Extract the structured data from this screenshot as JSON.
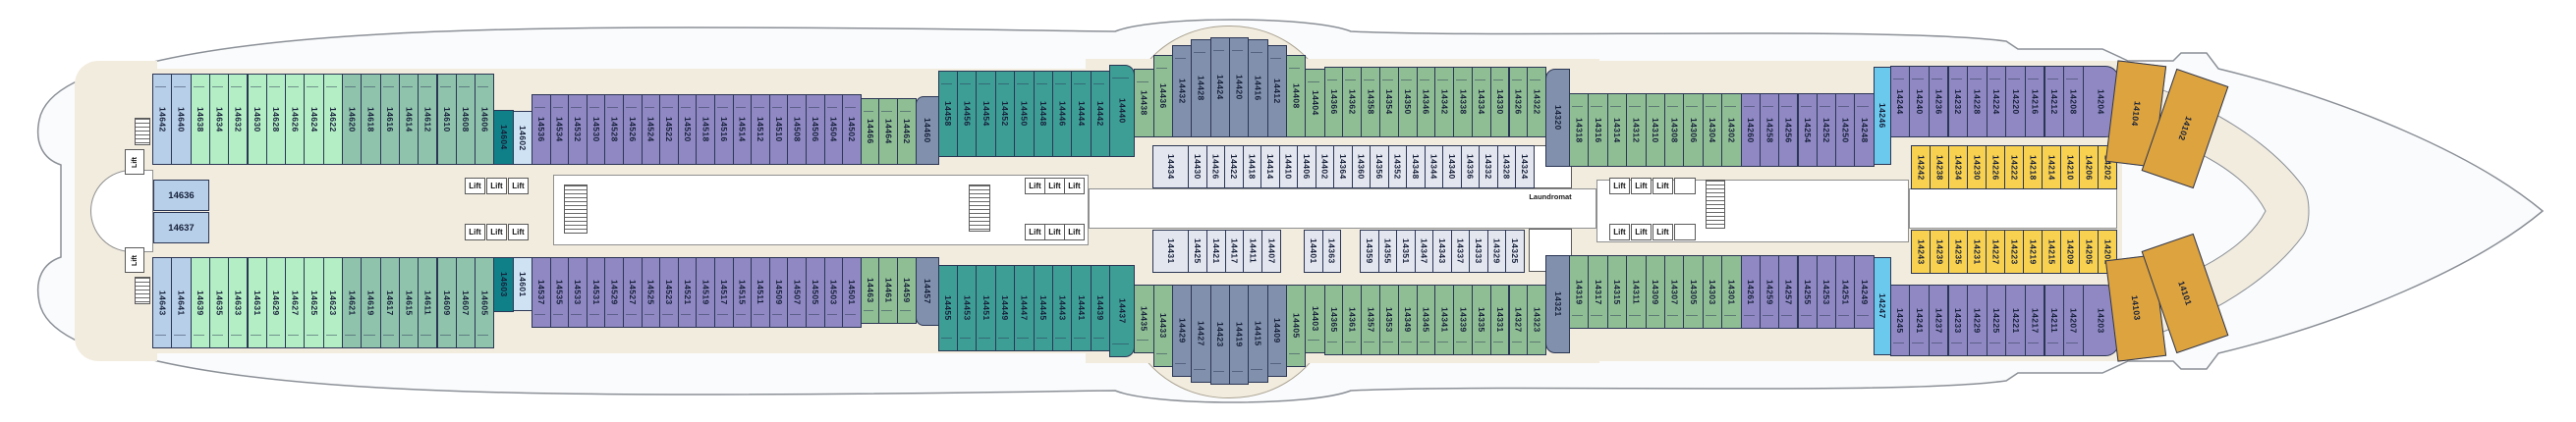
{
  "labels": {
    "lift": "Lift",
    "laundromat": "Laundromat"
  },
  "colors": {
    "aftBlue": "#b7cfe9",
    "lightGreen": "#b4eec5",
    "sage": "#8fc3ac",
    "darkTeal": "#0f7f88",
    "paleBlue": "#cfe2f4",
    "purple": "#8f88c3",
    "midGreen": "#8fbe94",
    "teal": "#3d9e96",
    "slate": "#8191ad",
    "cyan": "#6ac9ed",
    "yellow": "#f8d150",
    "orange": "#dda33e",
    "innerGray": "#e3e6ef",
    "deckCream": "#f2ecdf",
    "hullWhite": "#fafbfc"
  },
  "cabin_rows": {
    "top_outer": [
      {
        "n": "14642",
        "c": "aftBlue"
      },
      {
        "n": "14640",
        "c": "aftBlue"
      },
      {
        "n": "14638",
        "c": "lightGreen"
      },
      {
        "n": "14634",
        "c": "lightGreen"
      },
      {
        "n": "14632",
        "c": "lightGreen"
      },
      {
        "n": "14630",
        "c": "lightGreen"
      },
      {
        "n": "14628",
        "c": "lightGreen"
      },
      {
        "n": "14626",
        "c": "lightGreen"
      },
      {
        "n": "14624",
        "c": "lightGreen"
      },
      {
        "n": "14622",
        "c": "lightGreen"
      },
      {
        "n": "14620",
        "c": "sage"
      },
      {
        "n": "14618",
        "c": "sage"
      },
      {
        "n": "14616",
        "c": "sage"
      },
      {
        "n": "14614",
        "c": "sage"
      },
      {
        "n": "14612",
        "c": "sage"
      },
      {
        "n": "14610",
        "c": "sage"
      },
      {
        "n": "14608",
        "c": "sage"
      },
      {
        "n": "14606",
        "c": "sage"
      },
      {
        "n": "14604",
        "c": "darkTeal"
      },
      {
        "n": "14602",
        "c": "paleBlue"
      },
      {
        "n": "14536",
        "c": "purple"
      },
      {
        "n": "14534",
        "c": "purple"
      },
      {
        "n": "14532",
        "c": "purple"
      },
      {
        "n": "14530",
        "c": "purple"
      },
      {
        "n": "14528",
        "c": "purple"
      },
      {
        "n": "14526",
        "c": "purple"
      },
      {
        "n": "14524",
        "c": "purple"
      },
      {
        "n": "14522",
        "c": "purple"
      },
      {
        "n": "14520",
        "c": "purple"
      },
      {
        "n": "14518",
        "c": "purple"
      },
      {
        "n": "14516",
        "c": "purple"
      },
      {
        "n": "14514",
        "c": "purple"
      },
      {
        "n": "14512",
        "c": "purple"
      },
      {
        "n": "14510",
        "c": "purple"
      },
      {
        "n": "14508",
        "c": "purple"
      },
      {
        "n": "14506",
        "c": "purple"
      },
      {
        "n": "14504",
        "c": "purple"
      },
      {
        "n": "14502",
        "c": "purple"
      },
      {
        "n": "14466",
        "c": "midGreen"
      },
      {
        "n": "14464",
        "c": "midGreen"
      },
      {
        "n": "14462",
        "c": "midGreen"
      },
      {
        "n": "14460",
        "c": "slate"
      },
      {
        "n": "14458",
        "c": "teal"
      },
      {
        "n": "14456",
        "c": "teal"
      },
      {
        "n": "14454",
        "c": "teal"
      },
      {
        "n": "14452",
        "c": "teal"
      },
      {
        "n": "14450",
        "c": "teal"
      },
      {
        "n": "14448",
        "c": "teal"
      },
      {
        "n": "14446",
        "c": "teal"
      },
      {
        "n": "14444",
        "c": "teal"
      },
      {
        "n": "14442",
        "c": "teal"
      },
      {
        "n": "14440",
        "c": "teal"
      },
      {
        "n": "14438",
        "c": "midGreen"
      },
      {
        "n": "14436",
        "c": "midGreen"
      },
      {
        "n": "14432",
        "c": "slate"
      },
      {
        "n": "14428",
        "c": "slate"
      },
      {
        "n": "14424",
        "c": "slate"
      },
      {
        "n": "14420",
        "c": "slate"
      },
      {
        "n": "14416",
        "c": "slate"
      },
      {
        "n": "14412",
        "c": "slate"
      },
      {
        "n": "14408",
        "c": "midGreen"
      },
      {
        "n": "14404",
        "c": "midGreen"
      },
      {
        "n": "14366",
        "c": "midGreen"
      },
      {
        "n": "14362",
        "c": "midGreen"
      },
      {
        "n": "14358",
        "c": "midGreen"
      },
      {
        "n": "14354",
        "c": "midGreen"
      },
      {
        "n": "14350",
        "c": "midGreen"
      },
      {
        "n": "14346",
        "c": "midGreen"
      },
      {
        "n": "14342",
        "c": "midGreen"
      },
      {
        "n": "14338",
        "c": "midGreen"
      },
      {
        "n": "14334",
        "c": "midGreen"
      },
      {
        "n": "14330",
        "c": "midGreen"
      },
      {
        "n": "14326",
        "c": "midGreen"
      },
      {
        "n": "14322",
        "c": "midGreen"
      },
      {
        "n": "14320",
        "c": "slate"
      },
      {
        "n": "14318",
        "c": "midGreen"
      },
      {
        "n": "14316",
        "c": "midGreen"
      },
      {
        "n": "14314",
        "c": "midGreen"
      },
      {
        "n": "14312",
        "c": "midGreen"
      },
      {
        "n": "14310",
        "c": "midGreen"
      },
      {
        "n": "14308",
        "c": "midGreen"
      },
      {
        "n": "14306",
        "c": "midGreen"
      },
      {
        "n": "14304",
        "c": "midGreen"
      },
      {
        "n": "14302",
        "c": "midGreen"
      },
      {
        "n": "14260",
        "c": "purple"
      },
      {
        "n": "14258",
        "c": "purple"
      },
      {
        "n": "14256",
        "c": "purple"
      },
      {
        "n": "14254",
        "c": "purple"
      },
      {
        "n": "14252",
        "c": "purple"
      },
      {
        "n": "14250",
        "c": "purple"
      },
      {
        "n": "14248",
        "c": "purple"
      },
      {
        "n": "14246",
        "c": "cyan"
      },
      {
        "n": "14244",
        "c": "purple"
      },
      {
        "n": "14240",
        "c": "purple"
      },
      {
        "n": "14236",
        "c": "purple"
      },
      {
        "n": "14232",
        "c": "purple"
      },
      {
        "n": "14228",
        "c": "purple"
      },
      {
        "n": "14224",
        "c": "purple"
      },
      {
        "n": "14220",
        "c": "purple"
      },
      {
        "n": "14216",
        "c": "purple"
      },
      {
        "n": "14212",
        "c": "purple"
      },
      {
        "n": "14208",
        "c": "purple"
      },
      {
        "n": "14204",
        "c": "purple"
      }
    ],
    "bottom_outer": [
      {
        "n": "14643",
        "c": "aftBlue"
      },
      {
        "n": "14641",
        "c": "aftBlue"
      },
      {
        "n": "14639",
        "c": "lightGreen"
      },
      {
        "n": "14635",
        "c": "lightGreen"
      },
      {
        "n": "14633",
        "c": "lightGreen"
      },
      {
        "n": "14631",
        "c": "lightGreen"
      },
      {
        "n": "14629",
        "c": "lightGreen"
      },
      {
        "n": "14627",
        "c": "lightGreen"
      },
      {
        "n": "14625",
        "c": "lightGreen"
      },
      {
        "n": "14623",
        "c": "lightGreen"
      },
      {
        "n": "14621",
        "c": "sage"
      },
      {
        "n": "14619",
        "c": "sage"
      },
      {
        "n": "14617",
        "c": "sage"
      },
      {
        "n": "14615",
        "c": "sage"
      },
      {
        "n": "14611",
        "c": "sage"
      },
      {
        "n": "14609",
        "c": "sage"
      },
      {
        "n": "14607",
        "c": "sage"
      },
      {
        "n": "14605",
        "c": "sage"
      },
      {
        "n": "14603",
        "c": "darkTeal"
      },
      {
        "n": "14601",
        "c": "paleBlue"
      },
      {
        "n": "14537",
        "c": "purple"
      },
      {
        "n": "14535",
        "c": "purple"
      },
      {
        "n": "14533",
        "c": "purple"
      },
      {
        "n": "14531",
        "c": "purple"
      },
      {
        "n": "14529",
        "c": "purple"
      },
      {
        "n": "14527",
        "c": "purple"
      },
      {
        "n": "14525",
        "c": "purple"
      },
      {
        "n": "14523",
        "c": "purple"
      },
      {
        "n": "14521",
        "c": "purple"
      },
      {
        "n": "14519",
        "c": "purple"
      },
      {
        "n": "14517",
        "c": "purple"
      },
      {
        "n": "14515",
        "c": "purple"
      },
      {
        "n": "14511",
        "c": "purple"
      },
      {
        "n": "14509",
        "c": "purple"
      },
      {
        "n": "14507",
        "c": "purple"
      },
      {
        "n": "14505",
        "c": "purple"
      },
      {
        "n": "14503",
        "c": "purple"
      },
      {
        "n": "14501",
        "c": "purple"
      },
      {
        "n": "14463",
        "c": "midGreen"
      },
      {
        "n": "14461",
        "c": "midGreen"
      },
      {
        "n": "14459",
        "c": "midGreen"
      },
      {
        "n": "14457",
        "c": "slate"
      },
      {
        "n": "14455",
        "c": "teal"
      },
      {
        "n": "14453",
        "c": "teal"
      },
      {
        "n": "14451",
        "c": "teal"
      },
      {
        "n": "14449",
        "c": "teal"
      },
      {
        "n": "14447",
        "c": "teal"
      },
      {
        "n": "14445",
        "c": "teal"
      },
      {
        "n": "14443",
        "c": "teal"
      },
      {
        "n": "14441",
        "c": "teal"
      },
      {
        "n": "14439",
        "c": "teal"
      },
      {
        "n": "14437",
        "c": "teal"
      },
      {
        "n": "14435",
        "c": "midGreen"
      },
      {
        "n": "14433",
        "c": "midGreen"
      },
      {
        "n": "14429",
        "c": "slate"
      },
      {
        "n": "14427",
        "c": "slate"
      },
      {
        "n": "14423",
        "c": "slate"
      },
      {
        "n": "14419",
        "c": "slate"
      },
      {
        "n": "14415",
        "c": "slate"
      },
      {
        "n": "14409",
        "c": "slate"
      },
      {
        "n": "14405",
        "c": "midGreen"
      },
      {
        "n": "14403",
        "c": "midGreen"
      },
      {
        "n": "14365",
        "c": "midGreen"
      },
      {
        "n": "14361",
        "c": "midGreen"
      },
      {
        "n": "14357",
        "c": "midGreen"
      },
      {
        "n": "14353",
        "c": "midGreen"
      },
      {
        "n": "14349",
        "c": "midGreen"
      },
      {
        "n": "14345",
        "c": "midGreen"
      },
      {
        "n": "14341",
        "c": "midGreen"
      },
      {
        "n": "14339",
        "c": "midGreen"
      },
      {
        "n": "14335",
        "c": "midGreen"
      },
      {
        "n": "14331",
        "c": "midGreen"
      },
      {
        "n": "14327",
        "c": "midGreen"
      },
      {
        "n": "14323",
        "c": "midGreen"
      },
      {
        "n": "14321",
        "c": "slate"
      },
      {
        "n": "14319",
        "c": "midGreen"
      },
      {
        "n": "14317",
        "c": "midGreen"
      },
      {
        "n": "14315",
        "c": "midGreen"
      },
      {
        "n": "14311",
        "c": "midGreen"
      },
      {
        "n": "14309",
        "c": "midGreen"
      },
      {
        "n": "14307",
        "c": "midGreen"
      },
      {
        "n": "14305",
        "c": "midGreen"
      },
      {
        "n": "14303",
        "c": "midGreen"
      },
      {
        "n": "14301",
        "c": "midGreen"
      },
      {
        "n": "14261",
        "c": "purple"
      },
      {
        "n": "14259",
        "c": "purple"
      },
      {
        "n": "14257",
        "c": "purple"
      },
      {
        "n": "14255",
        "c": "purple"
      },
      {
        "n": "14253",
        "c": "purple"
      },
      {
        "n": "14251",
        "c": "purple"
      },
      {
        "n": "14249",
        "c": "purple"
      },
      {
        "n": "14247",
        "c": "cyan"
      },
      {
        "n": "14245",
        "c": "purple"
      },
      {
        "n": "14241",
        "c": "purple"
      },
      {
        "n": "14237",
        "c": "purple"
      },
      {
        "n": "14233",
        "c": "purple"
      },
      {
        "n": "14229",
        "c": "purple"
      },
      {
        "n": "14225",
        "c": "purple"
      },
      {
        "n": "14221",
        "c": "purple"
      },
      {
        "n": "14217",
        "c": "purple"
      },
      {
        "n": "14211",
        "c": "purple"
      },
      {
        "n": "14207",
        "c": "purple"
      },
      {
        "n": "14203",
        "c": "purple"
      }
    ],
    "top_inner": [
      {
        "n": "14434",
        "c": "innerGray"
      },
      {
        "n": "14430",
        "c": "innerGray"
      },
      {
        "n": "14426",
        "c": "innerGray"
      },
      {
        "n": "14422",
        "c": "innerGray"
      },
      {
        "n": "14418",
        "c": "innerGray"
      },
      {
        "n": "14414",
        "c": "innerGray"
      },
      {
        "n": "14410",
        "c": "innerGray"
      },
      {
        "n": "14406",
        "c": "innerGray"
      },
      {
        "n": "14402",
        "c": "innerGray"
      },
      {
        "n": "14364",
        "c": "innerGray"
      },
      {
        "n": "14360",
        "c": "innerGray"
      },
      {
        "n": "14356",
        "c": "innerGray"
      },
      {
        "n": "14352",
        "c": "innerGray"
      },
      {
        "n": "14348",
        "c": "innerGray"
      },
      {
        "n": "14344",
        "c": "innerGray"
      },
      {
        "n": "14340",
        "c": "innerGray"
      },
      {
        "n": "14336",
        "c": "innerGray"
      },
      {
        "n": "14332",
        "c": "innerGray"
      },
      {
        "n": "14328",
        "c": "innerGray"
      },
      {
        "n": "14324",
        "c": "innerGray"
      }
    ],
    "bottom_inner": [
      {
        "n": "14431",
        "c": "innerGray"
      },
      {
        "n": "14425",
        "c": "innerGray"
      },
      {
        "n": "14421",
        "c": "innerGray"
      },
      {
        "n": "14417",
        "c": "innerGray"
      },
      {
        "n": "14411",
        "c": "innerGray"
      },
      {
        "n": "14407",
        "c": "innerGray"
      },
      {
        "n": "14401",
        "c": "innerGray"
      },
      {
        "n": "14363",
        "c": "innerGray"
      },
      {
        "n": "14359",
        "c": "innerGray"
      },
      {
        "n": "14355",
        "c": "innerGray"
      },
      {
        "n": "14351",
        "c": "innerGray"
      },
      {
        "n": "14347",
        "c": "innerGray"
      },
      {
        "n": "14343",
        "c": "innerGray"
      },
      {
        "n": "14337",
        "c": "innerGray"
      },
      {
        "n": "14333",
        "c": "innerGray"
      },
      {
        "n": "14329",
        "c": "innerGray"
      },
      {
        "n": "14325",
        "c": "innerGray"
      }
    ],
    "top_inner_yellow": [
      {
        "n": "14242",
        "c": "yellow"
      },
      {
        "n": "14238",
        "c": "yellow"
      },
      {
        "n": "14234",
        "c": "yellow"
      },
      {
        "n": "14230",
        "c": "yellow"
      },
      {
        "n": "14226",
        "c": "yellow"
      },
      {
        "n": "14222",
        "c": "yellow"
      },
      {
        "n": "14218",
        "c": "yellow"
      },
      {
        "n": "14214",
        "c": "yellow"
      },
      {
        "n": "14210",
        "c": "yellow"
      },
      {
        "n": "14206",
        "c": "yellow"
      },
      {
        "n": "14202",
        "c": "yellow"
      }
    ],
    "bottom_inner_yellow": [
      {
        "n": "14243",
        "c": "yellow"
      },
      {
        "n": "14239",
        "c": "yellow"
      },
      {
        "n": "14235",
        "c": "yellow"
      },
      {
        "n": "14231",
        "c": "yellow"
      },
      {
        "n": "14227",
        "c": "yellow"
      },
      {
        "n": "14223",
        "c": "yellow"
      },
      {
        "n": "14219",
        "c": "yellow"
      },
      {
        "n": "14215",
        "c": "yellow"
      },
      {
        "n": "14209",
        "c": "yellow"
      },
      {
        "n": "14205",
        "c": "yellow"
      },
      {
        "n": "14201",
        "c": "yellow"
      }
    ],
    "stern_suites": [
      {
        "n": "14636",
        "c": "aftBlue"
      },
      {
        "n": "14637",
        "c": "aftBlue"
      }
    ],
    "bow_orange_top": [
      {
        "n": "14104",
        "c": "orange"
      },
      {
        "n": "14102",
        "c": "orange"
      }
    ],
    "bow_orange_bottom": [
      {
        "n": "14103",
        "c": "orange"
      },
      {
        "n": "14101",
        "c": "orange"
      }
    ]
  }
}
